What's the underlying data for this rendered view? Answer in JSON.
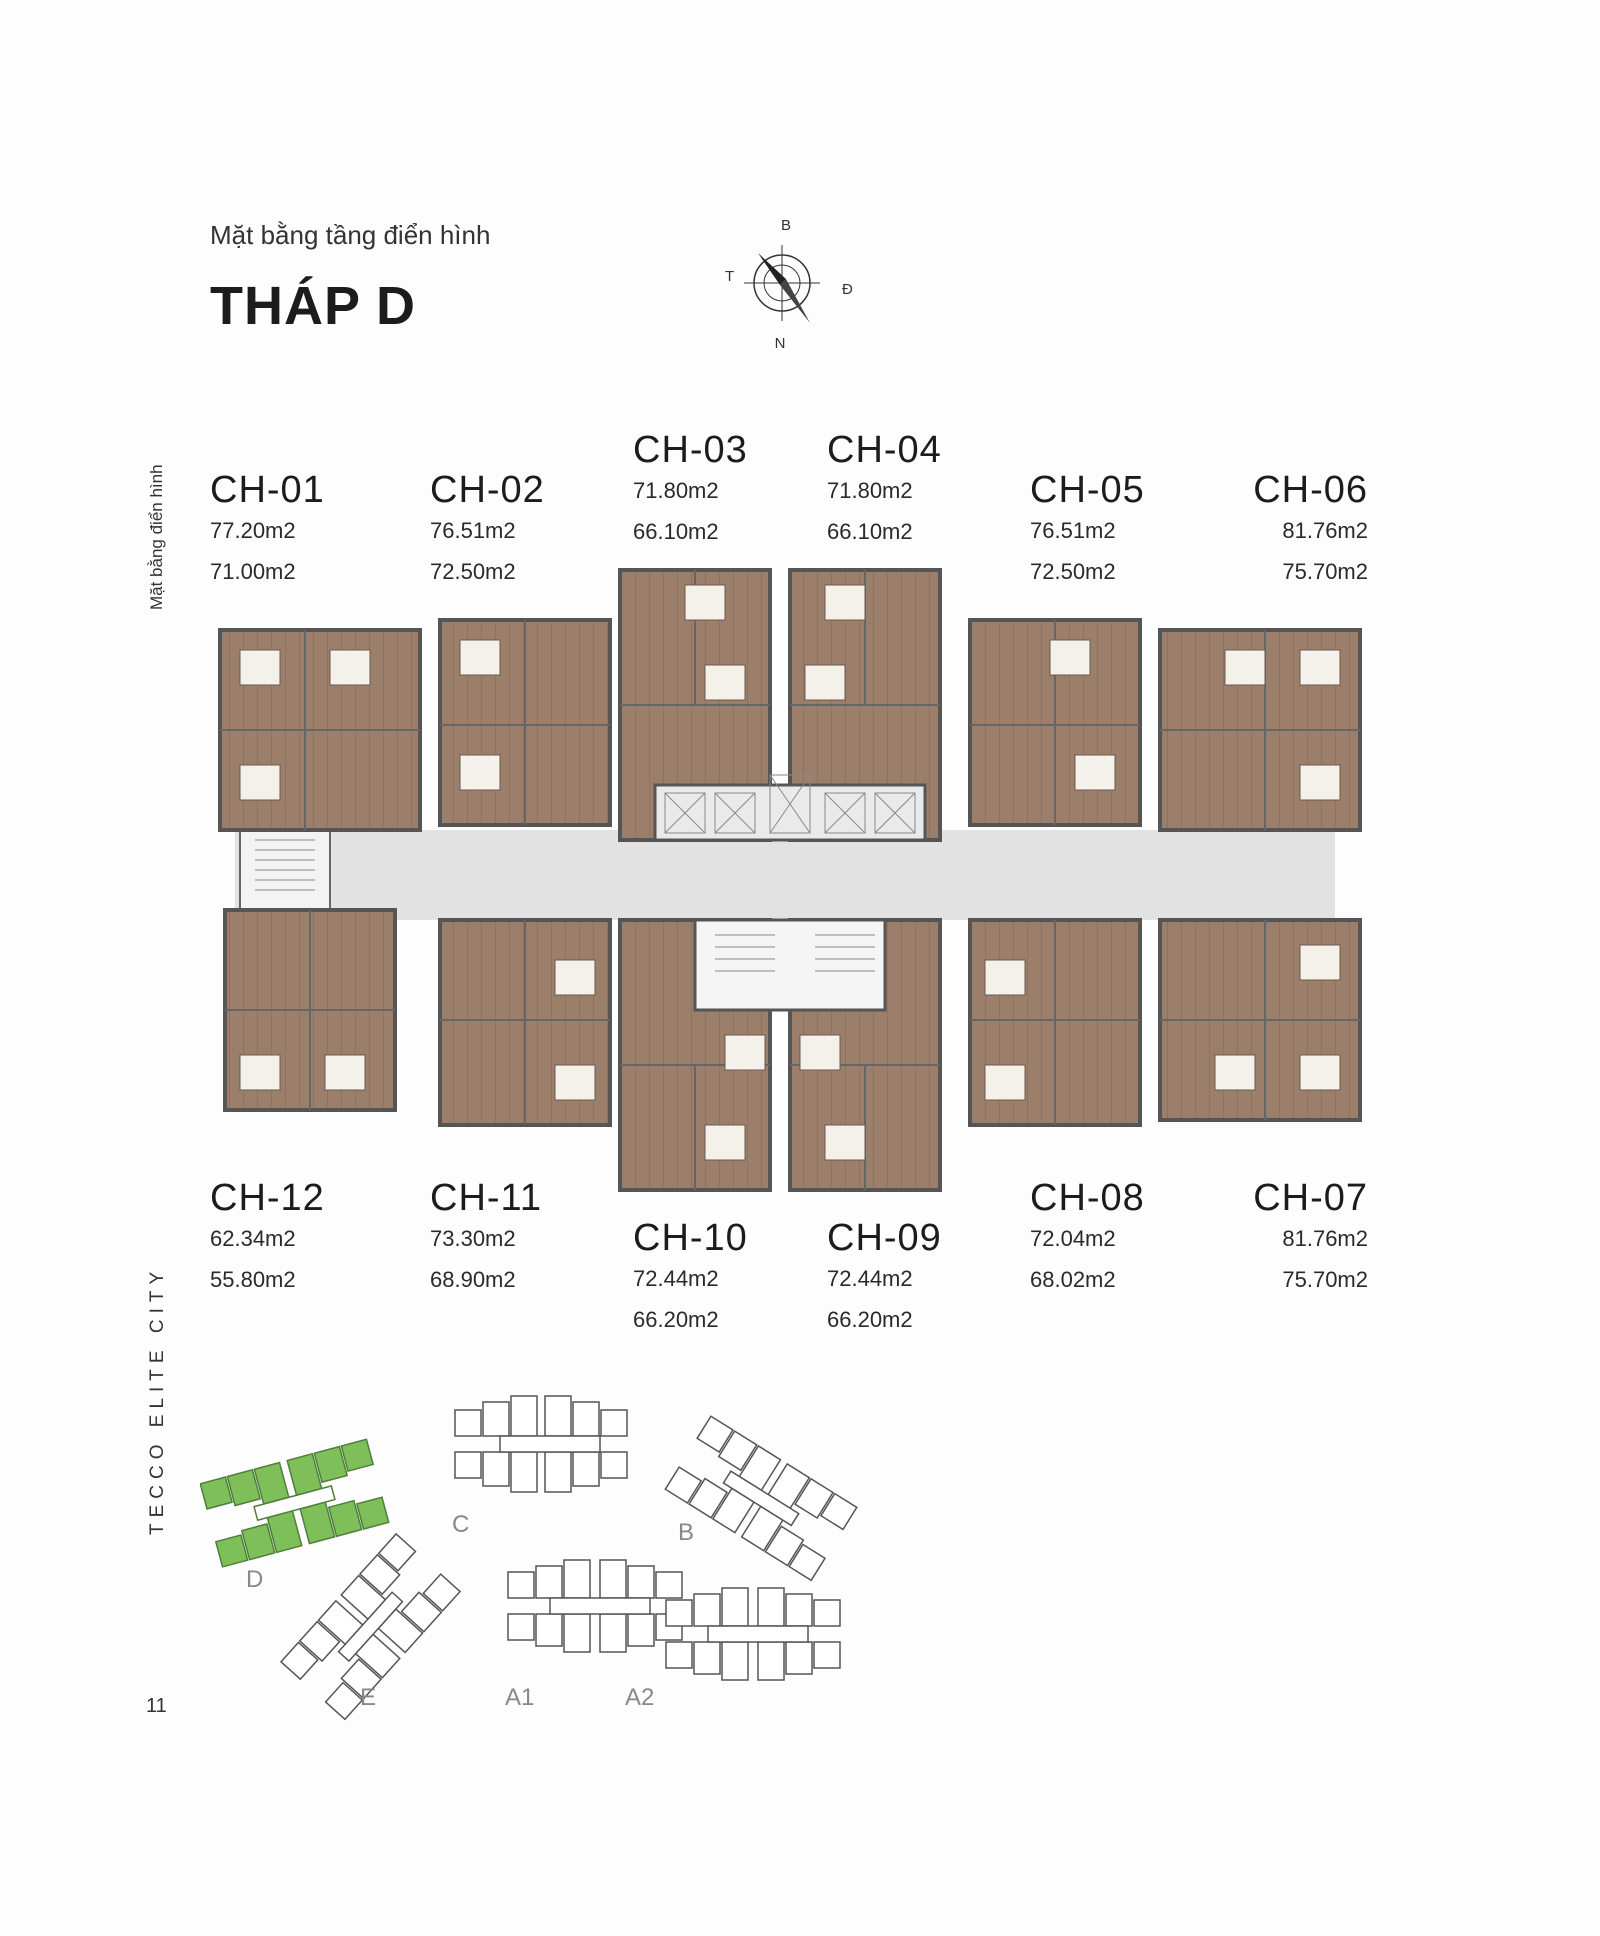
{
  "header": {
    "subtitle": "Mặt bằng tầng điển hình",
    "title": "THÁP D"
  },
  "side": {
    "vertical_label": "Mặt bằng điển hình",
    "brand": "TECCO ELITE CITY",
    "page_number": "11"
  },
  "compass": {
    "north_top": "B",
    "west": "T",
    "east": "Đ",
    "south": "N"
  },
  "units_top": [
    {
      "name": "CH-01",
      "area1": "77.20m2",
      "area2": "71.00m2"
    },
    {
      "name": "CH-02",
      "area1": "76.51m2",
      "area2": "72.50m2"
    },
    {
      "name": "CH-03",
      "area1": "71.80m2",
      "area2": "66.10m2"
    },
    {
      "name": "CH-04",
      "area1": "71.80m2",
      "area2": "66.10m2"
    },
    {
      "name": "CH-05",
      "area1": "76.51m2",
      "area2": "72.50m2"
    },
    {
      "name": "CH-06",
      "area1": "81.76m2",
      "area2": "75.70m2"
    }
  ],
  "units_bottom": [
    {
      "name": "CH-12",
      "area1": "62.34m2",
      "area2": "55.80m2"
    },
    {
      "name": "CH-11",
      "area1": "73.30m2",
      "area2": "68.90m2"
    },
    {
      "name": "CH-10",
      "area1": "72.44m2",
      "area2": "66.20m2"
    },
    {
      "name": "CH-09",
      "area1": "72.44m2",
      "area2": "66.20m2"
    },
    {
      "name": "CH-08",
      "area1": "72.04m2",
      "area2": "68.02m2"
    },
    {
      "name": "CH-07",
      "area1": "81.76m2",
      "area2": "75.70m2"
    }
  ],
  "site_map": {
    "towers": [
      "C",
      "B",
      "D",
      "E",
      "A1",
      "A2"
    ],
    "highlighted": "D",
    "highlight_color": "#7fbf5a"
  },
  "colors": {
    "floor": "#9c7f6b",
    "wall": "#555555",
    "corridor": "#e2e2e2"
  }
}
